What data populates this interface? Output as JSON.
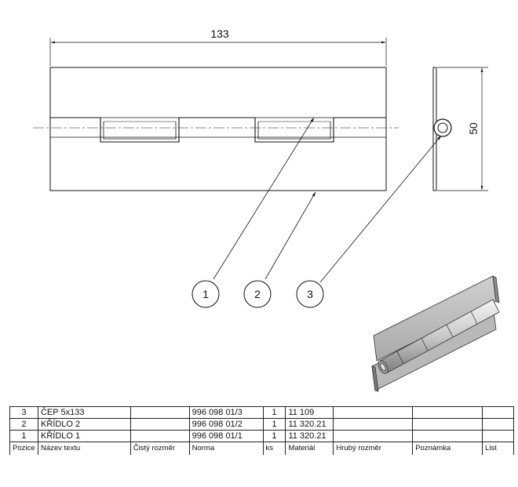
{
  "dimensions": {
    "length": "133",
    "height": "50"
  },
  "balloons": [
    "1",
    "2",
    "3"
  ],
  "bom": {
    "columns": [
      "Pozice",
      "Název textu",
      "Čistý rozměr",
      "Norma",
      "ks",
      "Materiál",
      "Hrubý rozměr",
      "Poznámka",
      "List"
    ],
    "rows": [
      {
        "pozice": "3",
        "nazev": "ČEP 5x133",
        "cisty": "",
        "norma": "996 098 01/3",
        "ks": "1",
        "material": "11 109",
        "hruby": "",
        "poznamka": "",
        "list": ""
      },
      {
        "pozice": "2",
        "nazev": "KŘÍDLO 2",
        "cisty": "",
        "norma": "996 098 01/2",
        "ks": "1",
        "material": "11 320.21",
        "hruby": "",
        "poznamka": "",
        "list": ""
      },
      {
        "pozice": "1",
        "nazev": "KŘÍDLO 1",
        "cisty": "",
        "norma": "996 098 01/1",
        "ks": "1",
        "material": "11 320.21",
        "hruby": "",
        "poznamka": "",
        "list": ""
      }
    ]
  }
}
